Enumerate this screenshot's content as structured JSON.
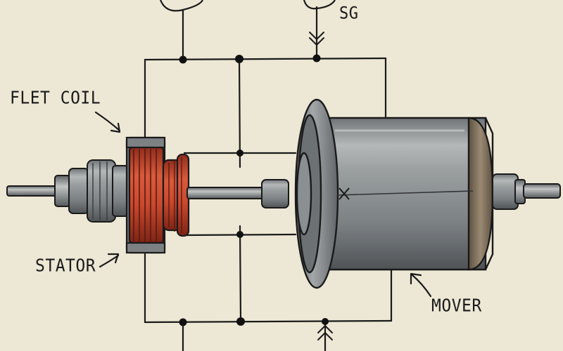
{
  "labels": {
    "field_coil": "FLET COIL",
    "sg": "SG",
    "stator": "STATOR",
    "mover": "MOVER"
  },
  "colors": {
    "paper": "#ede7d5",
    "ink": "#1a1a1a",
    "coil_red": "#c8492e",
    "metal_light": "#a9abab",
    "metal_dark": "#4a4d50",
    "mover_body": "#8d9294",
    "brass_band": "#7a6a55"
  },
  "icons": [
    "terminal-loop-left-icon",
    "terminal-loop-right-icon",
    "ground-symbol-top-icon",
    "ground-symbol-bottom-icon",
    "label-arrow-icon"
  ]
}
